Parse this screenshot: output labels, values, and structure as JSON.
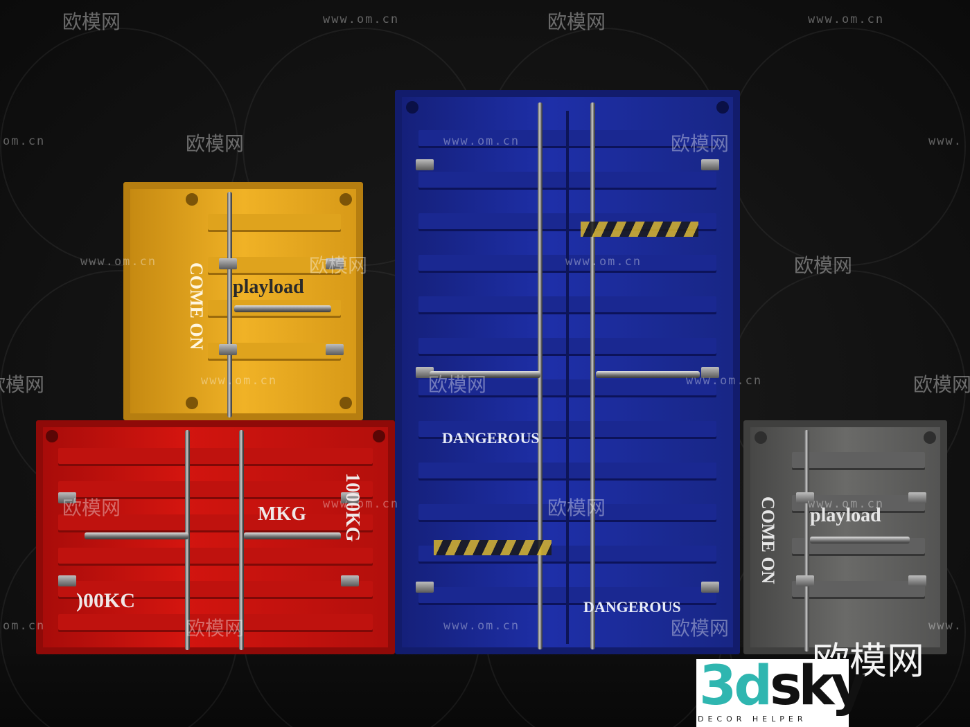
{
  "scene": {
    "background": "#131313"
  },
  "containers": {
    "yellow": {
      "color": "#e7a81c",
      "stencil_side": "COME ON",
      "stencil_door": "playload"
    },
    "red": {
      "color": "#c8110f",
      "stencil_door": "MKG",
      "stencil_side": "1000KG",
      "stencil_bottom": ")00KC"
    },
    "blue": {
      "color": "#1b2a9c",
      "stencil_mid": "DANGEROUS",
      "stencil_bottom": "DANGEROUS"
    },
    "gray": {
      "color": "#5d5d5b",
      "stencil_side": "COME ON",
      "stencil_door": "playload"
    }
  },
  "watermark": {
    "brand": "欧模网",
    "url": "www.om.cn",
    "url_partial_left": "om.cn",
    "url_partial_right": "www.",
    "brand_partial": "欧模网"
  },
  "logo": {
    "part1": "3d",
    "part2": "sky",
    "tagline": "DECOR HELPER",
    "cn": "欧模网"
  },
  "colors": {
    "hazard_yellow": "#d9b52a",
    "logo_teal": "#2fb6b0"
  }
}
